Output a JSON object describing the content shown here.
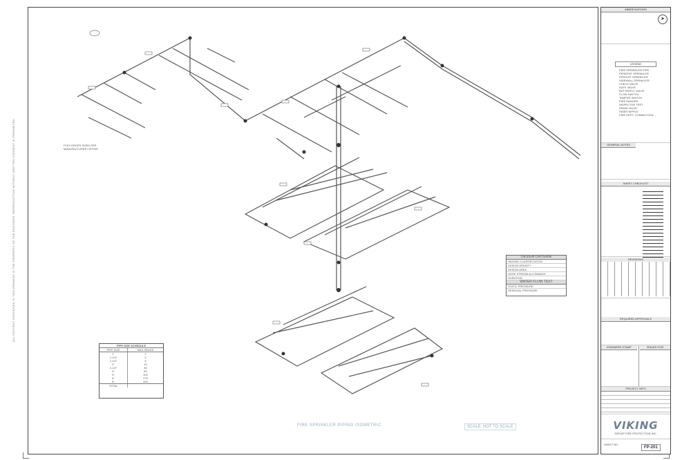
{
  "margin_note": "ALL CONTENT CONTAINED IN THIS DRAWING IS THE PROPERTY OF THE ENGINEER. REPRODUCTION WITHOUT WRITTEN CONSENT IS PROHIBITED.",
  "drawing": {
    "title": "FIRE SPRINKLER PIPING ISOMETRIC",
    "scale_note": "SCALE: NOT TO SCALE",
    "callout_note": "FLEX DROPS SIZED PER MANUFACTURER LISTING"
  },
  "sprinkler_table": {
    "title": "PIPE SIZE SCHEDULE",
    "header": [
      "PIPE SIZE",
      "MAX HEADS"
    ],
    "rows": [
      [
        "1\"",
        "2"
      ],
      [
        "1-1/4\"",
        "3"
      ],
      [
        "1-1/2\"",
        "5"
      ],
      [
        "2\"",
        "10"
      ],
      [
        "2-1/2\"",
        "30"
      ],
      [
        "3\"",
        "60"
      ],
      [
        "4\"",
        "100"
      ],
      [
        "6\"",
        "275"
      ],
      [
        "8\"",
        "400"
      ],
      [
        "TOTAL",
        ""
      ]
    ]
  },
  "design_criteria": {
    "title": "DESIGN CRITERIA",
    "rows": [
      "HAZARD CLASSIFICATION",
      "DESIGN DENSITY",
      "DESIGN AREA",
      "HOSE STREAM ALLOWANCE",
      "DURATION"
    ],
    "flow_test_title": "WATER FLOW TEST",
    "flow_rows": [
      "STATIC PRESSURE",
      "RESIDUAL PRESSURE"
    ]
  },
  "title_block": {
    "top_title": "ABBREVIATIONS",
    "legend_title": "LEGEND",
    "legend_items": [
      "FIRE SPRINKLER PIPE",
      "PENDENT SPRINKLER",
      "UPRIGHT SPRINKLER",
      "SIDEWALL SPRINKLER",
      "CHECK VALVE",
      "GATE VALVE",
      "BUTTERFLY VALVE",
      "FLOW SWITCH",
      "TAMPER SWITCH",
      "PIPE HANGER",
      "INSPECTOR TEST",
      "DRAIN VALVE",
      "RISER NIPPLE",
      "FIRE DEPT. CONNECTION"
    ],
    "general_notes_title": "GENERAL NOTES",
    "checklist_title": "SHEET CHECKLIST",
    "revisions_title": "REVISIONS",
    "approvals_title": "REQUIRED APPROVALS",
    "stamp_title": "ENGINEER STAMP",
    "issue_title": "ISSUED FOR",
    "project_title": "PROJECT INFO",
    "company_name": "VIKING",
    "company_sub": "GROUP FIRE PROTECTION INC.",
    "sheet_label": "SHEET NO.",
    "sheet_number": "FP-201"
  }
}
